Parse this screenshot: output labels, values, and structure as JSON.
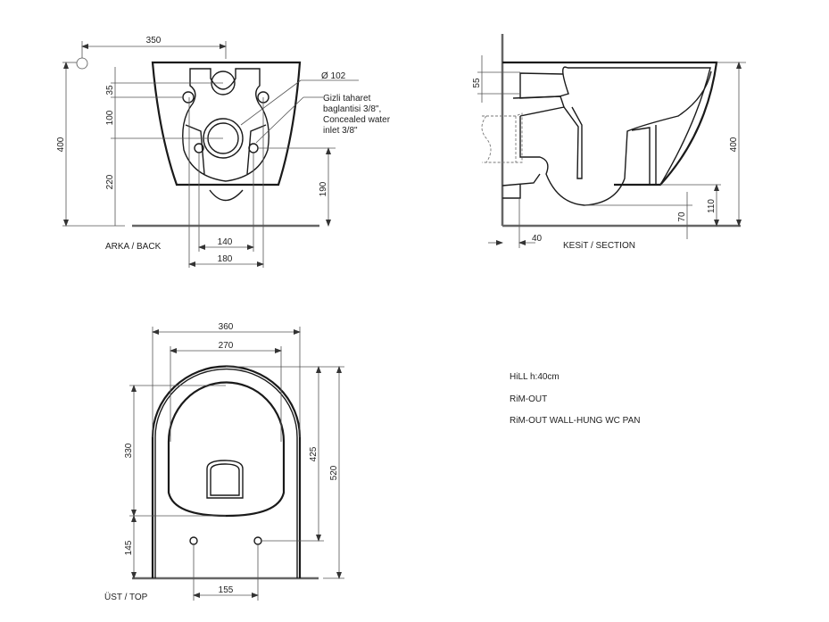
{
  "back_view": {
    "label": "ARKA / BACK",
    "dims": {
      "width_350": "350",
      "height_400": "400",
      "d35": "35",
      "d100": "100",
      "d220": "220",
      "d190": "190",
      "d140": "140",
      "d180": "180"
    },
    "diameter": "Ø 102",
    "note_lines": [
      "Gizli taharet",
      "baglantisi 3/8\",",
      "Concealed water",
      "inlet 3/8\""
    ]
  },
  "section_view": {
    "label": "KESiT / SECTION",
    "dims": {
      "d55": "55",
      "d400": "400",
      "d110": "110",
      "d70": "70",
      "d40": "40"
    }
  },
  "top_view": {
    "label": "ÜST / TOP",
    "dims": {
      "d360": "360",
      "d270": "270",
      "d330": "330",
      "d145": "145",
      "d425": "425",
      "d520": "520",
      "d155": "155"
    }
  },
  "product_info": [
    "HiLL h:40cm",
    "RiM-OUT",
    "RiM-OUT WALL-HUNG WC PAN"
  ]
}
